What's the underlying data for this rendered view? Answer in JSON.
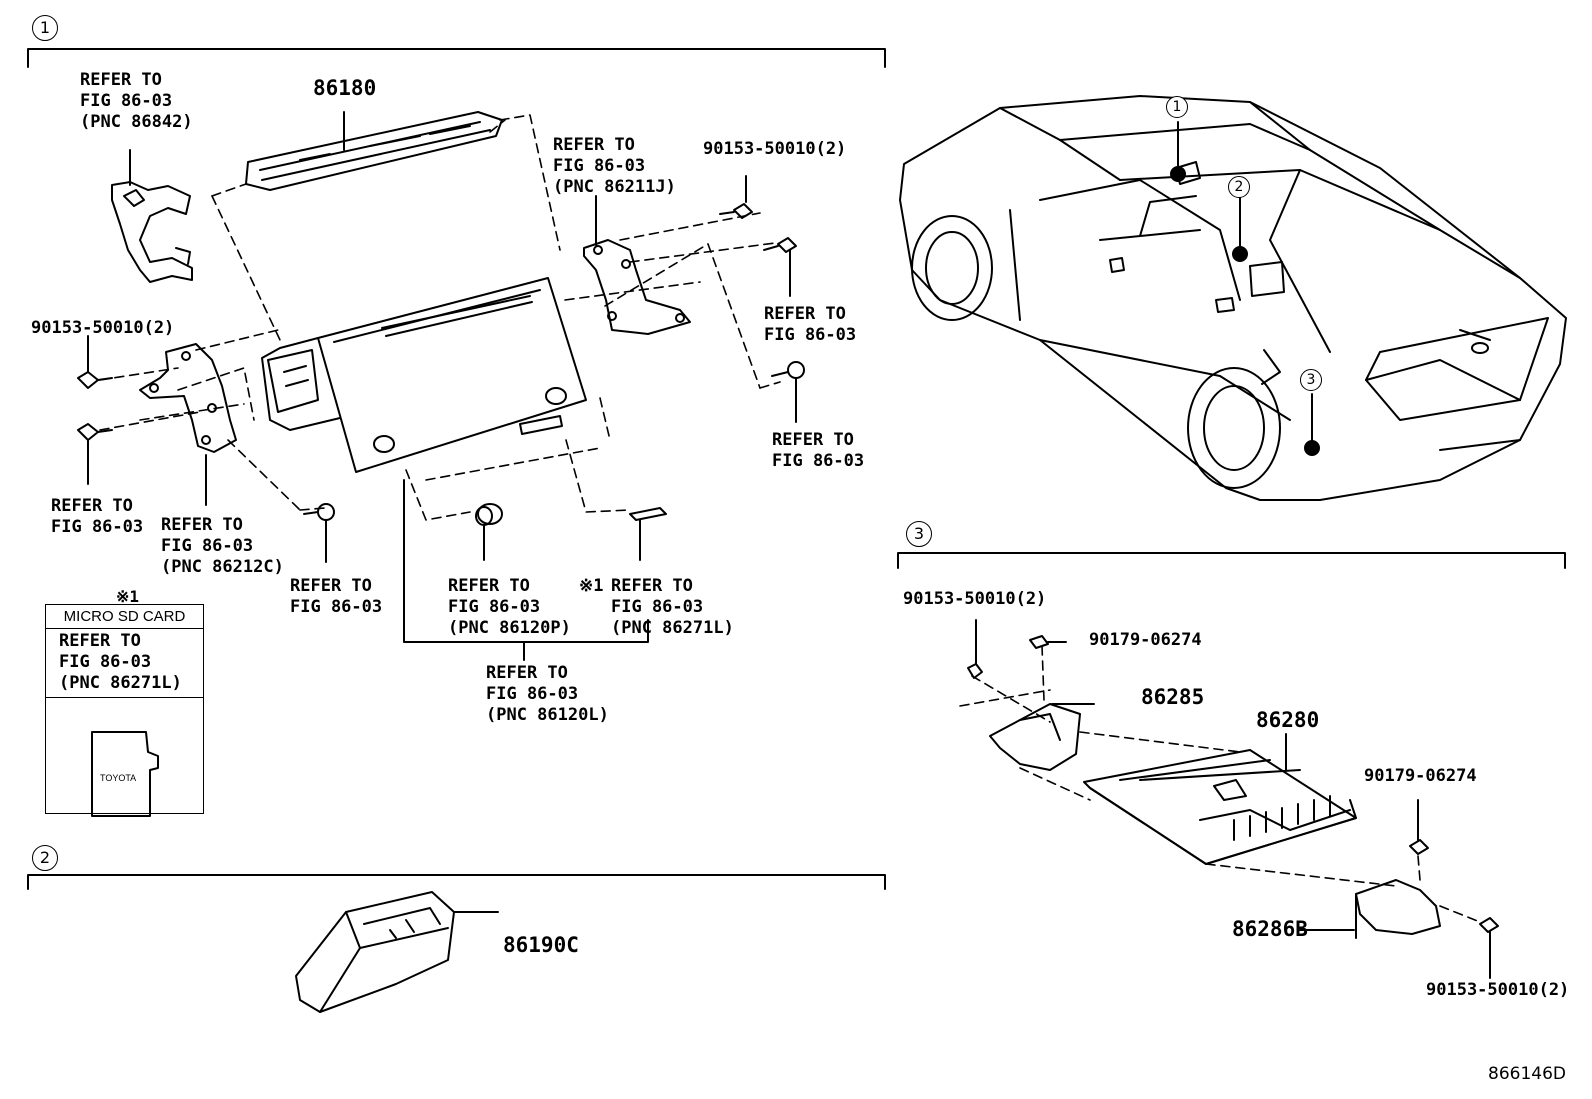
{
  "sections": {
    "s1": "1",
    "s2": "2",
    "s3": "3"
  },
  "labels": {
    "refer_86842": "REFER TO\nFIG 86-03\n(PNC 86842)",
    "pn_86180": "86180",
    "refer_86211J": "REFER TO\nFIG 86-03\n(PNC 86211J)",
    "bolt_top_right": "90153-50010(2)",
    "bolt_left": "90153-50010(2)",
    "refer_fig_r1": "REFER TO\nFIG 86-03",
    "refer_fig_r2": "REFER TO\nFIG 86-03",
    "refer_fig_l": "REFER TO\nFIG 86-03",
    "refer_86212C": "REFER TO\nFIG 86-03\n(PNC 86212C)",
    "refer_fig_bot": "REFER TO\nFIG 86-03",
    "refer_86120P": "REFER TO\nFIG 86-03\n(PNC 86120P)",
    "note_mark": "※1",
    "refer_86271L": "REFER TO\nFIG 86-03\n(PNC 86271L)",
    "refer_86120L": "REFER TO\nFIG 86-03\n(PNC 86120L)",
    "pn_86190C": "86190C",
    "s3_bolt_a": "90153-50010(2)",
    "s3_nut_a": "90179-06274",
    "pn_86285": "86285",
    "pn_86280": "86280",
    "s3_nut_b": "90179-06274",
    "pn_86286B": "86286B",
    "s3_bolt_b": "90153-50010(2)",
    "diagram_id": "866146D"
  },
  "sd_card": {
    "note": "※1",
    "title": "MICRO SD CARD",
    "refer": "REFER TO\nFIG 86-03\n(PNC 86271L)",
    "logo_text": "TOYOTA"
  },
  "car_callouts": [
    "1",
    "2",
    "3"
  ]
}
